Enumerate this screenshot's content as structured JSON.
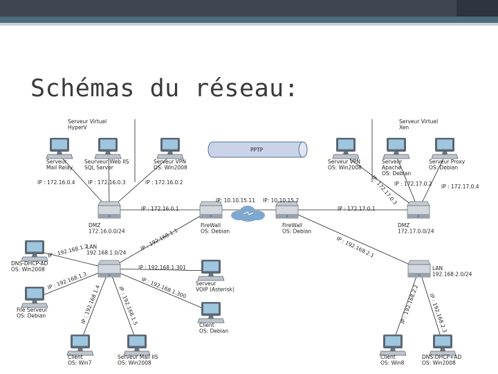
{
  "slide": {
    "title": "Schémas du réseau:"
  },
  "colors": {
    "monitor": "#5d6673",
    "screen": "#9ec6df",
    "cloud": "#7fa7cf",
    "pptp": "#c9d4e8",
    "line": "#222222"
  },
  "groups": {
    "left": "Serveur Virtuel\nHyperV",
    "right": "Serveur Virtuel\nXen"
  },
  "pptp": "PPTP",
  "icons": {
    "mailrelay": "Serveur\nMail Relay",
    "webiis": "Seurveur Web IIS\nSQL Server",
    "vpnleft": "Serveur VPN\nOS: Win2008",
    "vpnright": "Serveur VPN\nOS: Win2008",
    "apache": "Serveur\nApache\nOS: Debian",
    "proxy": "Serveur Proxy\nOS: Debian",
    "dhcpleft": "DNS-DHCP-AD\nOS: Win2008",
    "fileserver": "File Serveur\nOS: Debian",
    "voip": "Serveur\nVOIP (Asterisk)",
    "clientdeb": "Client\nOS: Debian",
    "clientwin7": "Client\nOS: Win7",
    "mailiis": "Serveur Mail IIS\nOS: Win2008",
    "clientwin8": "Client\nOS: Win8",
    "dhcpright": "DNS-DHCP+AD\nOS: Win2008"
  },
  "devices": {
    "dmzleft": "DMZ\n172.16.0.0/24",
    "fwleft": "FireWall\nOS: Debian",
    "fwright": "FireWall\nOS: Debian",
    "dmzright": "DMZ\n172.17.0.0/24",
    "lanleft": "LAN\n192.168.1.0/24",
    "lanright": "LAN\n192.168.2.0/24"
  },
  "ips": {
    "ip1": "IP : 172.16.0.4",
    "ip2": "IP : 172.16.0.3",
    "ip3": "IP : 172.16.0.2",
    "ip4": "IP : 172.16.0.1",
    "ip5": "IP: 10.10.15.11",
    "ip6": "IP: 10.10.15.2",
    "ip7": "IP : 172.17.0.1",
    "ip8": "IP: 172.17.0.3",
    "ip9": "IP : 172.17.0.2",
    "ip10": "IP : 172.17.0.4",
    "ip11": "IP : 192.168.1.1",
    "ip12": "IP : 192.168.2.1",
    "ip13": "IP : 192.168.1.2",
    "ip14": "IP : 192.168.1.3",
    "ip15": "IP : 192.168.1.301",
    "ip16": "IP : 192.168.1.300",
    "ip17": "IP : 192.168.1.4",
    "ip18": "IP : 192.168.1.5",
    "ip19": "IP : 192.168.2.2",
    "ip20": "IP : 192.168.2.3"
  }
}
